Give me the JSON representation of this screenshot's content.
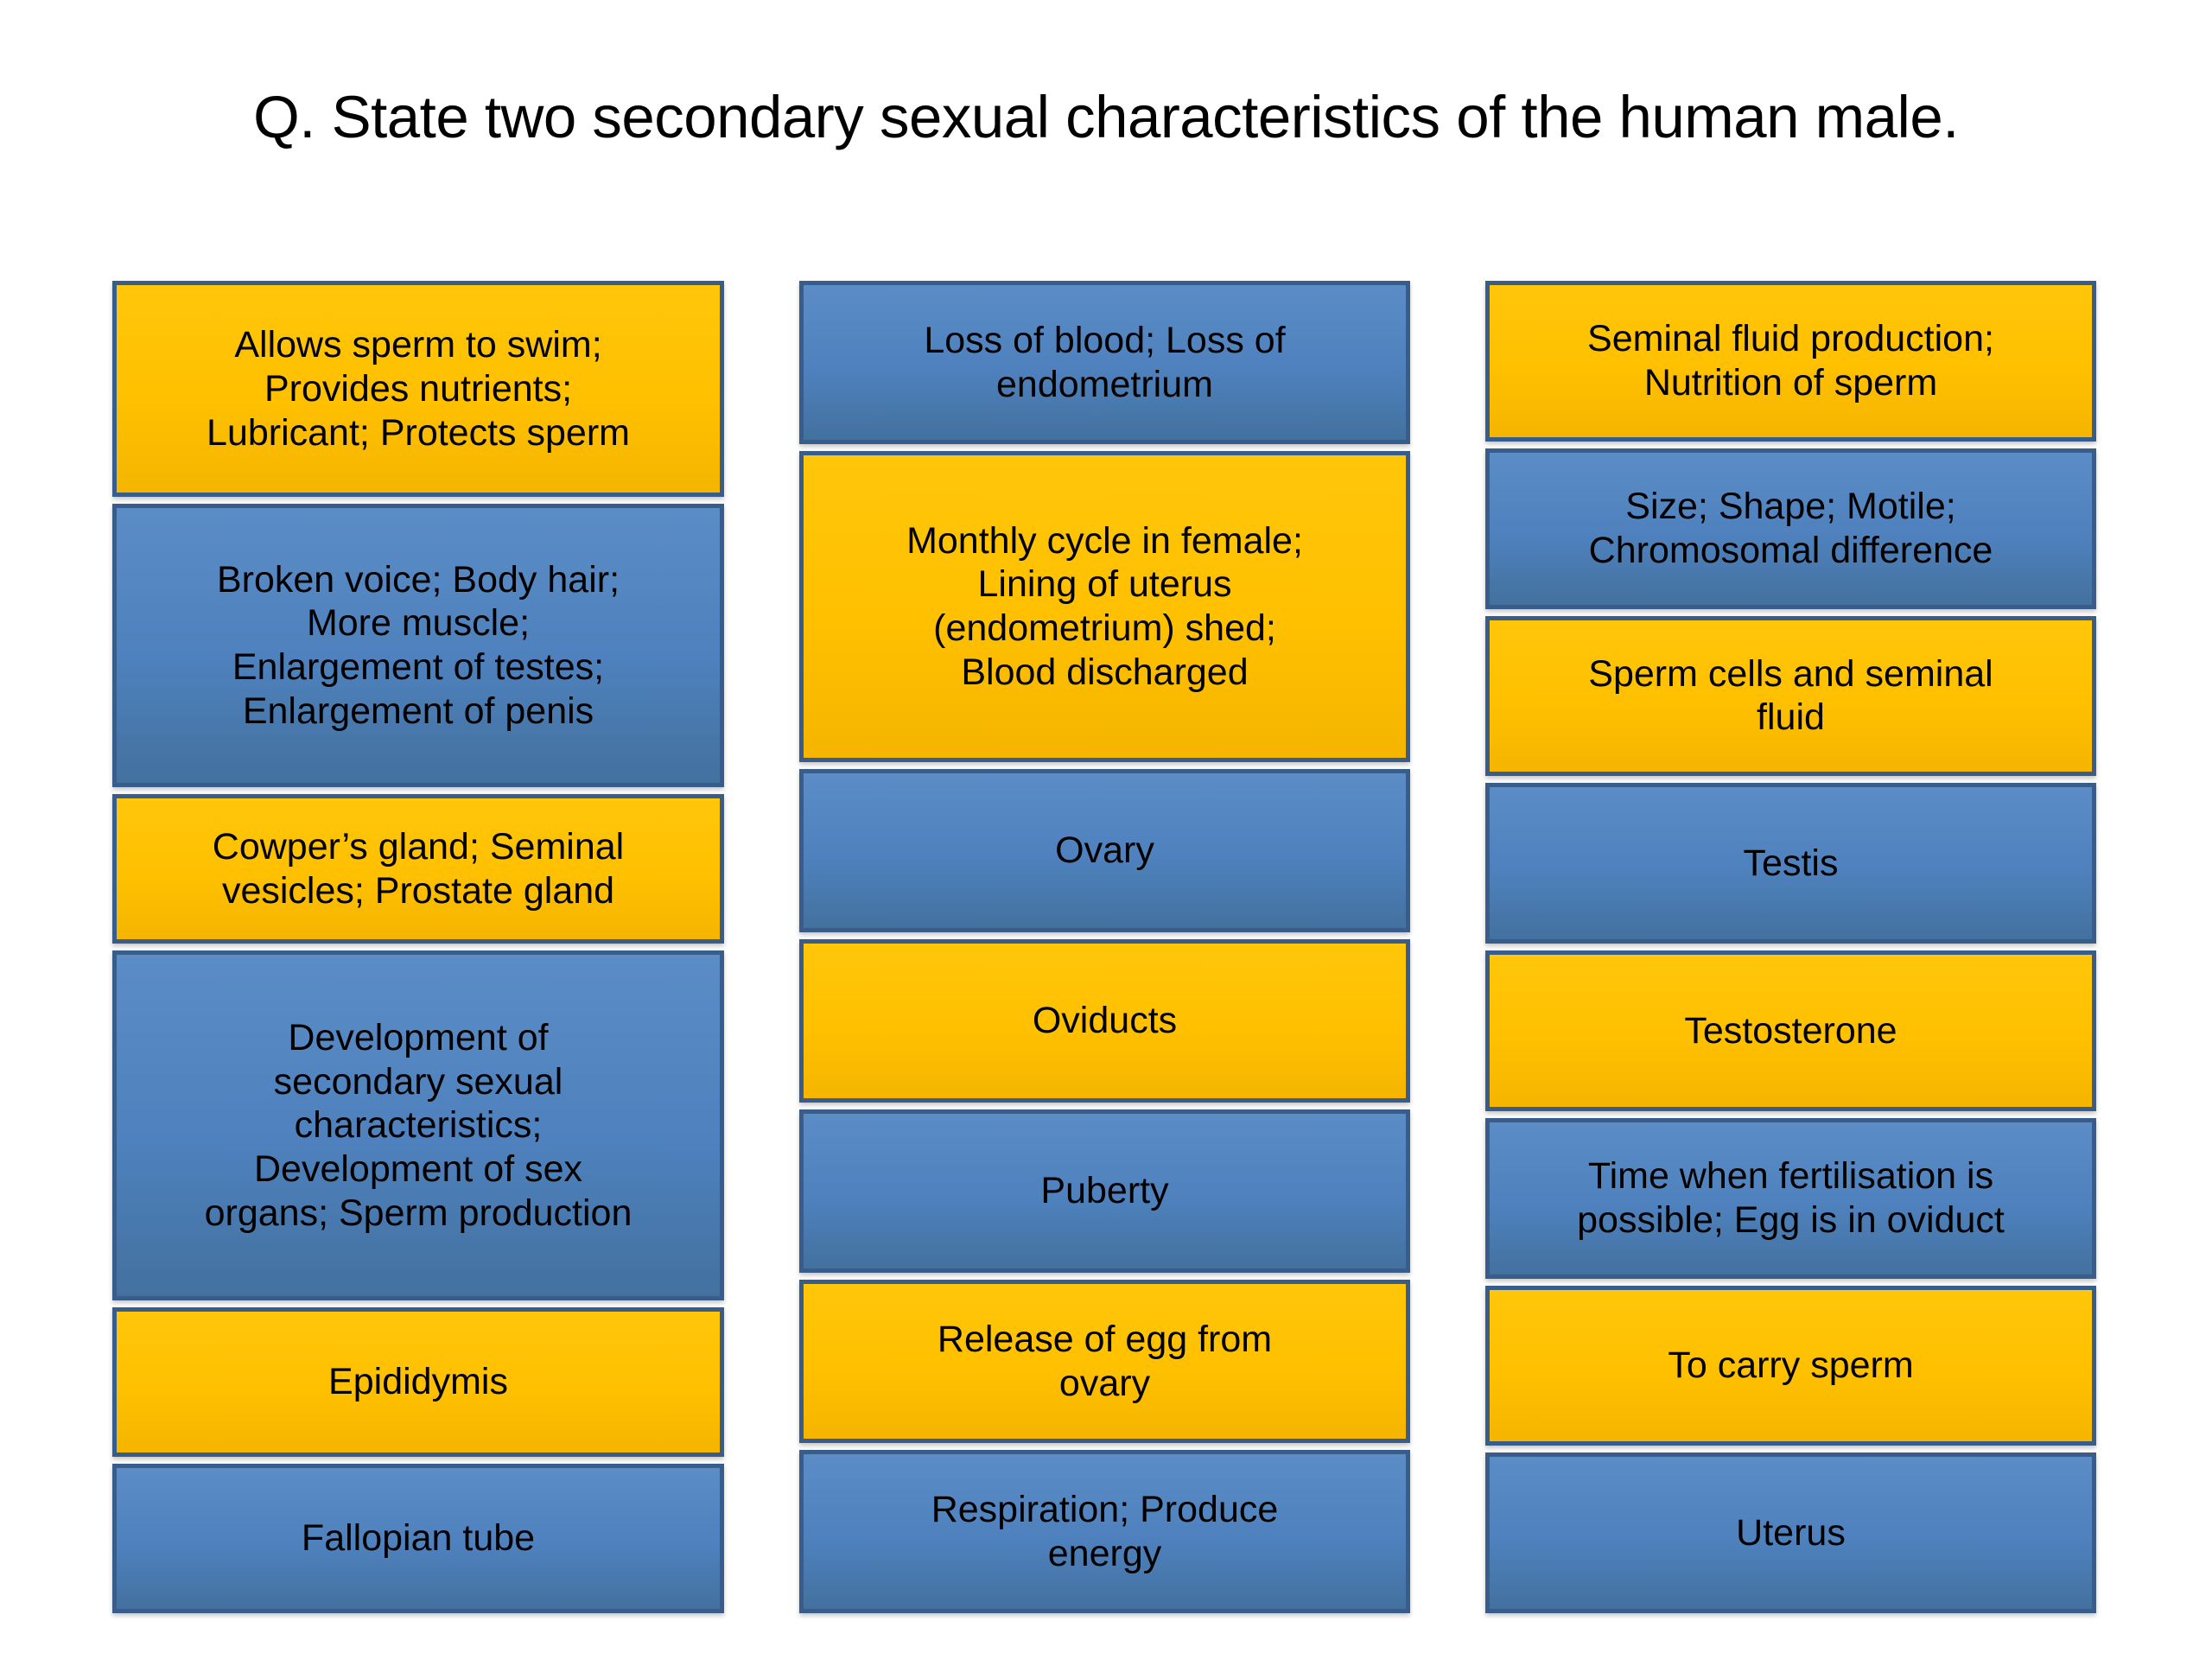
{
  "slide": {
    "title": "Q. State two secondary sexual characteristics of the human male.",
    "background_color": "#FFFFFF"
  },
  "theme": {
    "gold": "#FFC000",
    "blue": "#4E81BD",
    "border": "#385D8A",
    "text": "#000000"
  },
  "columns": [
    {
      "name": "column-1",
      "cards": [
        {
          "color": "gold",
          "text": "Allows sperm to swim;\nProvides nutrients;\nLubricant; Protects sperm",
          "lines": 3,
          "flex": 3
        },
        {
          "color": "blue",
          "text": "Broken voice; Body hair;\nMore muscle;\nEnlargement of testes;\nEnlargement of penis",
          "lines": 4,
          "flex": 4
        },
        {
          "color": "gold",
          "text": "Cowper’s gland; Seminal\nvesicles; Prostate gland",
          "lines": 2,
          "flex": 2
        },
        {
          "color": "blue",
          "text": "Development of\nsecondary sexual\ncharacteristics;\nDevelopment of sex\norgans; Sperm production",
          "lines": 5,
          "flex": 5
        },
        {
          "color": "gold",
          "text": "Epididymis",
          "lines": 1,
          "flex": 2
        },
        {
          "color": "blue",
          "text": "Fallopian tube",
          "lines": 1,
          "flex": 2
        }
      ]
    },
    {
      "name": "column-2",
      "cards": [
        {
          "color": "blue",
          "text": "Loss of blood; Loss of\nendometrium",
          "lines": 2,
          "flex": 2
        },
        {
          "color": "gold",
          "text": "Monthly cycle in female;\nLining of uterus\n(endometrium) shed;\nBlood discharged",
          "lines": 4,
          "flex": 4
        },
        {
          "color": "blue",
          "text": "Ovary",
          "lines": 1,
          "flex": 2
        },
        {
          "color": "gold",
          "text": "Oviducts",
          "lines": 1,
          "flex": 2
        },
        {
          "color": "blue",
          "text": "Puberty",
          "lines": 1,
          "flex": 2
        },
        {
          "color": "gold",
          "text": "Release of egg from\novary",
          "lines": 2,
          "flex": 2
        },
        {
          "color": "blue",
          "text": "Respiration; Produce\nenergy",
          "lines": 2,
          "flex": 2
        }
      ]
    },
    {
      "name": "column-3",
      "cards": [
        {
          "color": "gold",
          "text": "Seminal fluid production;\nNutrition of sperm",
          "lines": 2,
          "flex": 2
        },
        {
          "color": "blue",
          "text": "Size; Shape; Motile;\nChromosomal difference",
          "lines": 2,
          "flex": 2
        },
        {
          "color": "gold",
          "text": "Sperm cells and seminal\nfluid",
          "lines": 2,
          "flex": 2
        },
        {
          "color": "blue",
          "text": "Testis",
          "lines": 1,
          "flex": 2
        },
        {
          "color": "gold",
          "text": "Testosterone",
          "lines": 1,
          "flex": 2
        },
        {
          "color": "blue",
          "text": "Time when fertilisation is\npossible; Egg is in oviduct",
          "lines": 2,
          "flex": 2
        },
        {
          "color": "gold",
          "text": "To carry sperm",
          "lines": 1,
          "flex": 2
        },
        {
          "color": "blue",
          "text": "Uterus",
          "lines": 1,
          "flex": 2
        }
      ]
    }
  ]
}
